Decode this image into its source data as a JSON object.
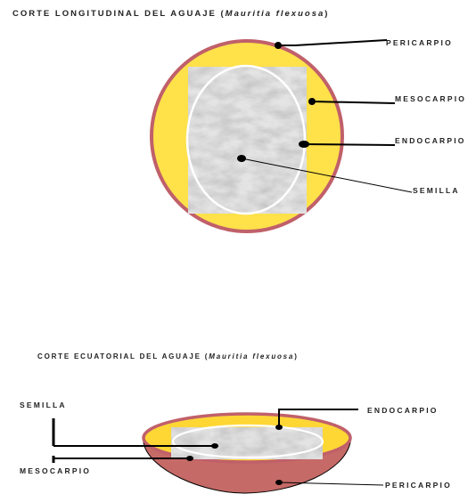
{
  "diagram1": {
    "title_main": "CORTE LONGITUDINAL DEL  AGUAJE",
    "title_species": "Mauritia flexuosa",
    "labels": {
      "pericarpio": "PERICARPIO",
      "mesocarpio": "MESOCARPIO",
      "endocarpio": "ENDOCARPIO",
      "semilla": "SEMILLA"
    }
  },
  "diagram2": {
    "title_main": "CORTE ECUATORIAL DEL AGUAJE",
    "title_species": "Mauritia flexuosa",
    "labels": {
      "semilla": "SEMILLA",
      "mesocarpio": "MESOCARPIO",
      "endocarpio": "ENDOCARPIO",
      "pericarpio": "PERICARPIO"
    }
  },
  "colors": {
    "pericarp_outline": "#c0606a",
    "pericarp_fill_section": "#c56a67",
    "mesocarp": "#ffd735",
    "seed_marble": "#d4d4d4",
    "leader": "#000000"
  }
}
